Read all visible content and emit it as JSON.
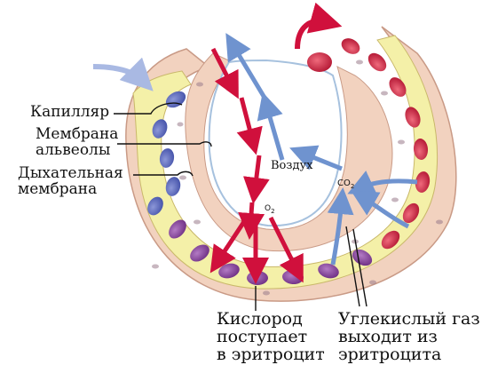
{
  "labels": {
    "capillary": "Капилляр",
    "alveolar_membrane_1": "Мембрана",
    "alveolar_membrane_2": "альвеолы",
    "respiratory_membrane_1": "Дыхательная",
    "respiratory_membrane_2": "мембрана",
    "air": "Воздух",
    "o2": "O",
    "o2_sub": "2",
    "co2": "CO",
    "co2_sub": "2",
    "oxygen_1": "Кислород",
    "oxygen_2": "поступает",
    "oxygen_3": "в эритроцит",
    "co2_out_1": "Углекислый газ",
    "co2_out_2": "выходит из",
    "co2_out_3": "эритроцита"
  },
  "colors": {
    "tissue": "#f2d2bf",
    "tissue_edge": "#c99a86",
    "plasma": "#f4f0a8",
    "alveolus": "#ffffff",
    "oxygen_arrow": "#d0103c",
    "co2_arrow": "#6f93cf",
    "blood_inflow_arrow": "#a9b9e3",
    "rbc_deoxy": "#5563b8",
    "rbc_mixed": "#8a3f9a",
    "rbc_oxy": "#c81e3c"
  }
}
